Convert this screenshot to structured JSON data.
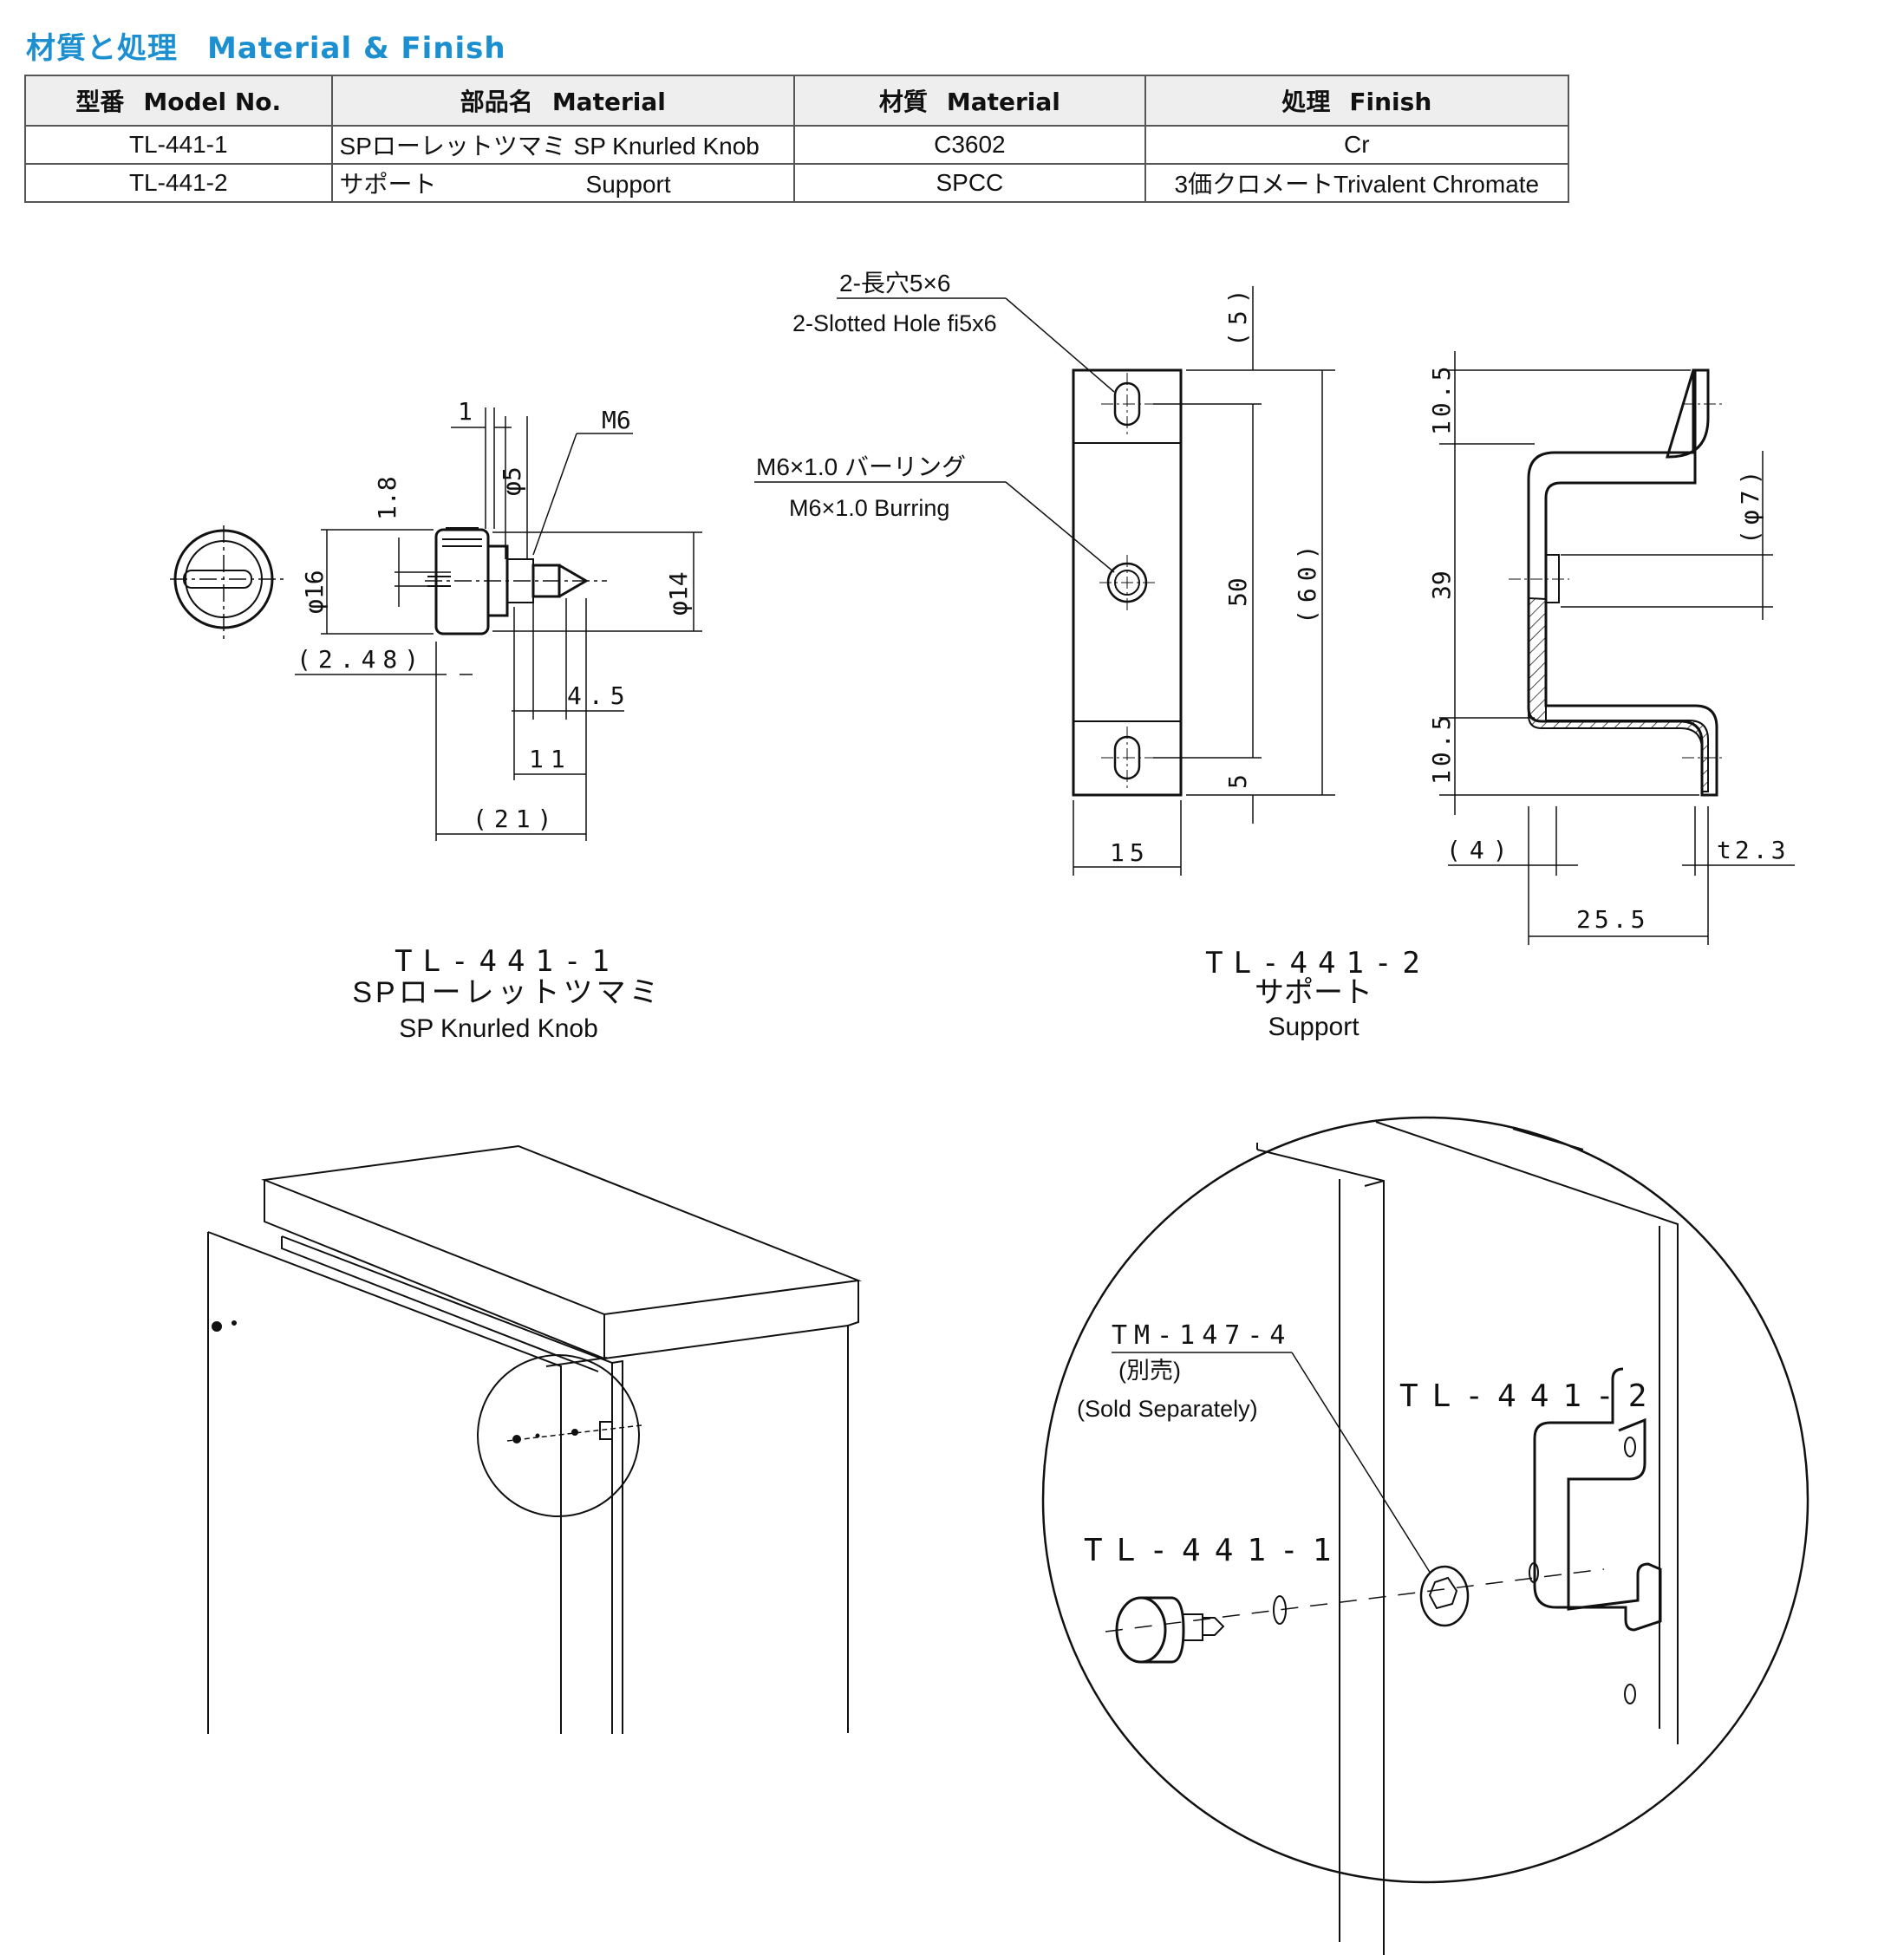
{
  "header": {
    "title_jp": "材質と処理",
    "title_en": "Material & Finish"
  },
  "table": {
    "columns": [
      {
        "jp": "型番",
        "en": "Model No."
      },
      {
        "jp": "部品名",
        "en": "Material"
      },
      {
        "jp": "材質",
        "en": "Material"
      },
      {
        "jp": "処理",
        "en": "Finish"
      }
    ],
    "rows": [
      {
        "model": "TL-441-1",
        "part_jp": "SPローレットツマミ",
        "part_en": "SP Knurled Knob",
        "material": "C3602",
        "finish": "Cr"
      },
      {
        "model": "TL-441-2",
        "part_jp": "サポート",
        "part_en": "Support",
        "material": "SPCC",
        "finish": "3価クロメートTrivalent Chromate"
      }
    ]
  },
  "knob_drawing": {
    "dims": {
      "d1": "1",
      "d_phi5": "φ5",
      "d_m6": "M6",
      "d_1_8": "1.8",
      "d_phi16": "φ16",
      "d_phi14": "φ14",
      "d_2_48": "(2.48)",
      "d_4_5": "4.5",
      "d_11": "11",
      "d_21": "(21)"
    },
    "caption_model": "TL-441-1",
    "caption_jp": "SPローレットツマミ",
    "caption_en": "SP Knurled Knob"
  },
  "support_drawing": {
    "notes": {
      "slot_jp": "2-長穴5×6",
      "slot_en": "2-Slotted Hole fi5x6",
      "burr_jp": "M6×1.0 バーリング",
      "burr_en": "M6×1.0 Burring"
    },
    "dims": {
      "d_5_top": "(5)",
      "d_50": "50",
      "d_60": "(60)",
      "d_5_bot": "5",
      "d_15": "15",
      "d_10_5_top": "10.5",
      "d_39": "39",
      "d_10_5_bot": "10.5",
      "d_phi7": "(φ7)",
      "d_4": "(4)",
      "d_t2_3": "t2.3",
      "d_25_5": "25.5"
    },
    "caption_model": "TL-441-2",
    "caption_jp": "サポート",
    "caption_en": "Support"
  },
  "assembly": {
    "label_tm": "TM-147-4",
    "label_tm_jp": "(別売)",
    "label_tm_en": "(Sold Separately)",
    "label_support": "TL-441-2",
    "label_knob": "TL-441-1"
  }
}
